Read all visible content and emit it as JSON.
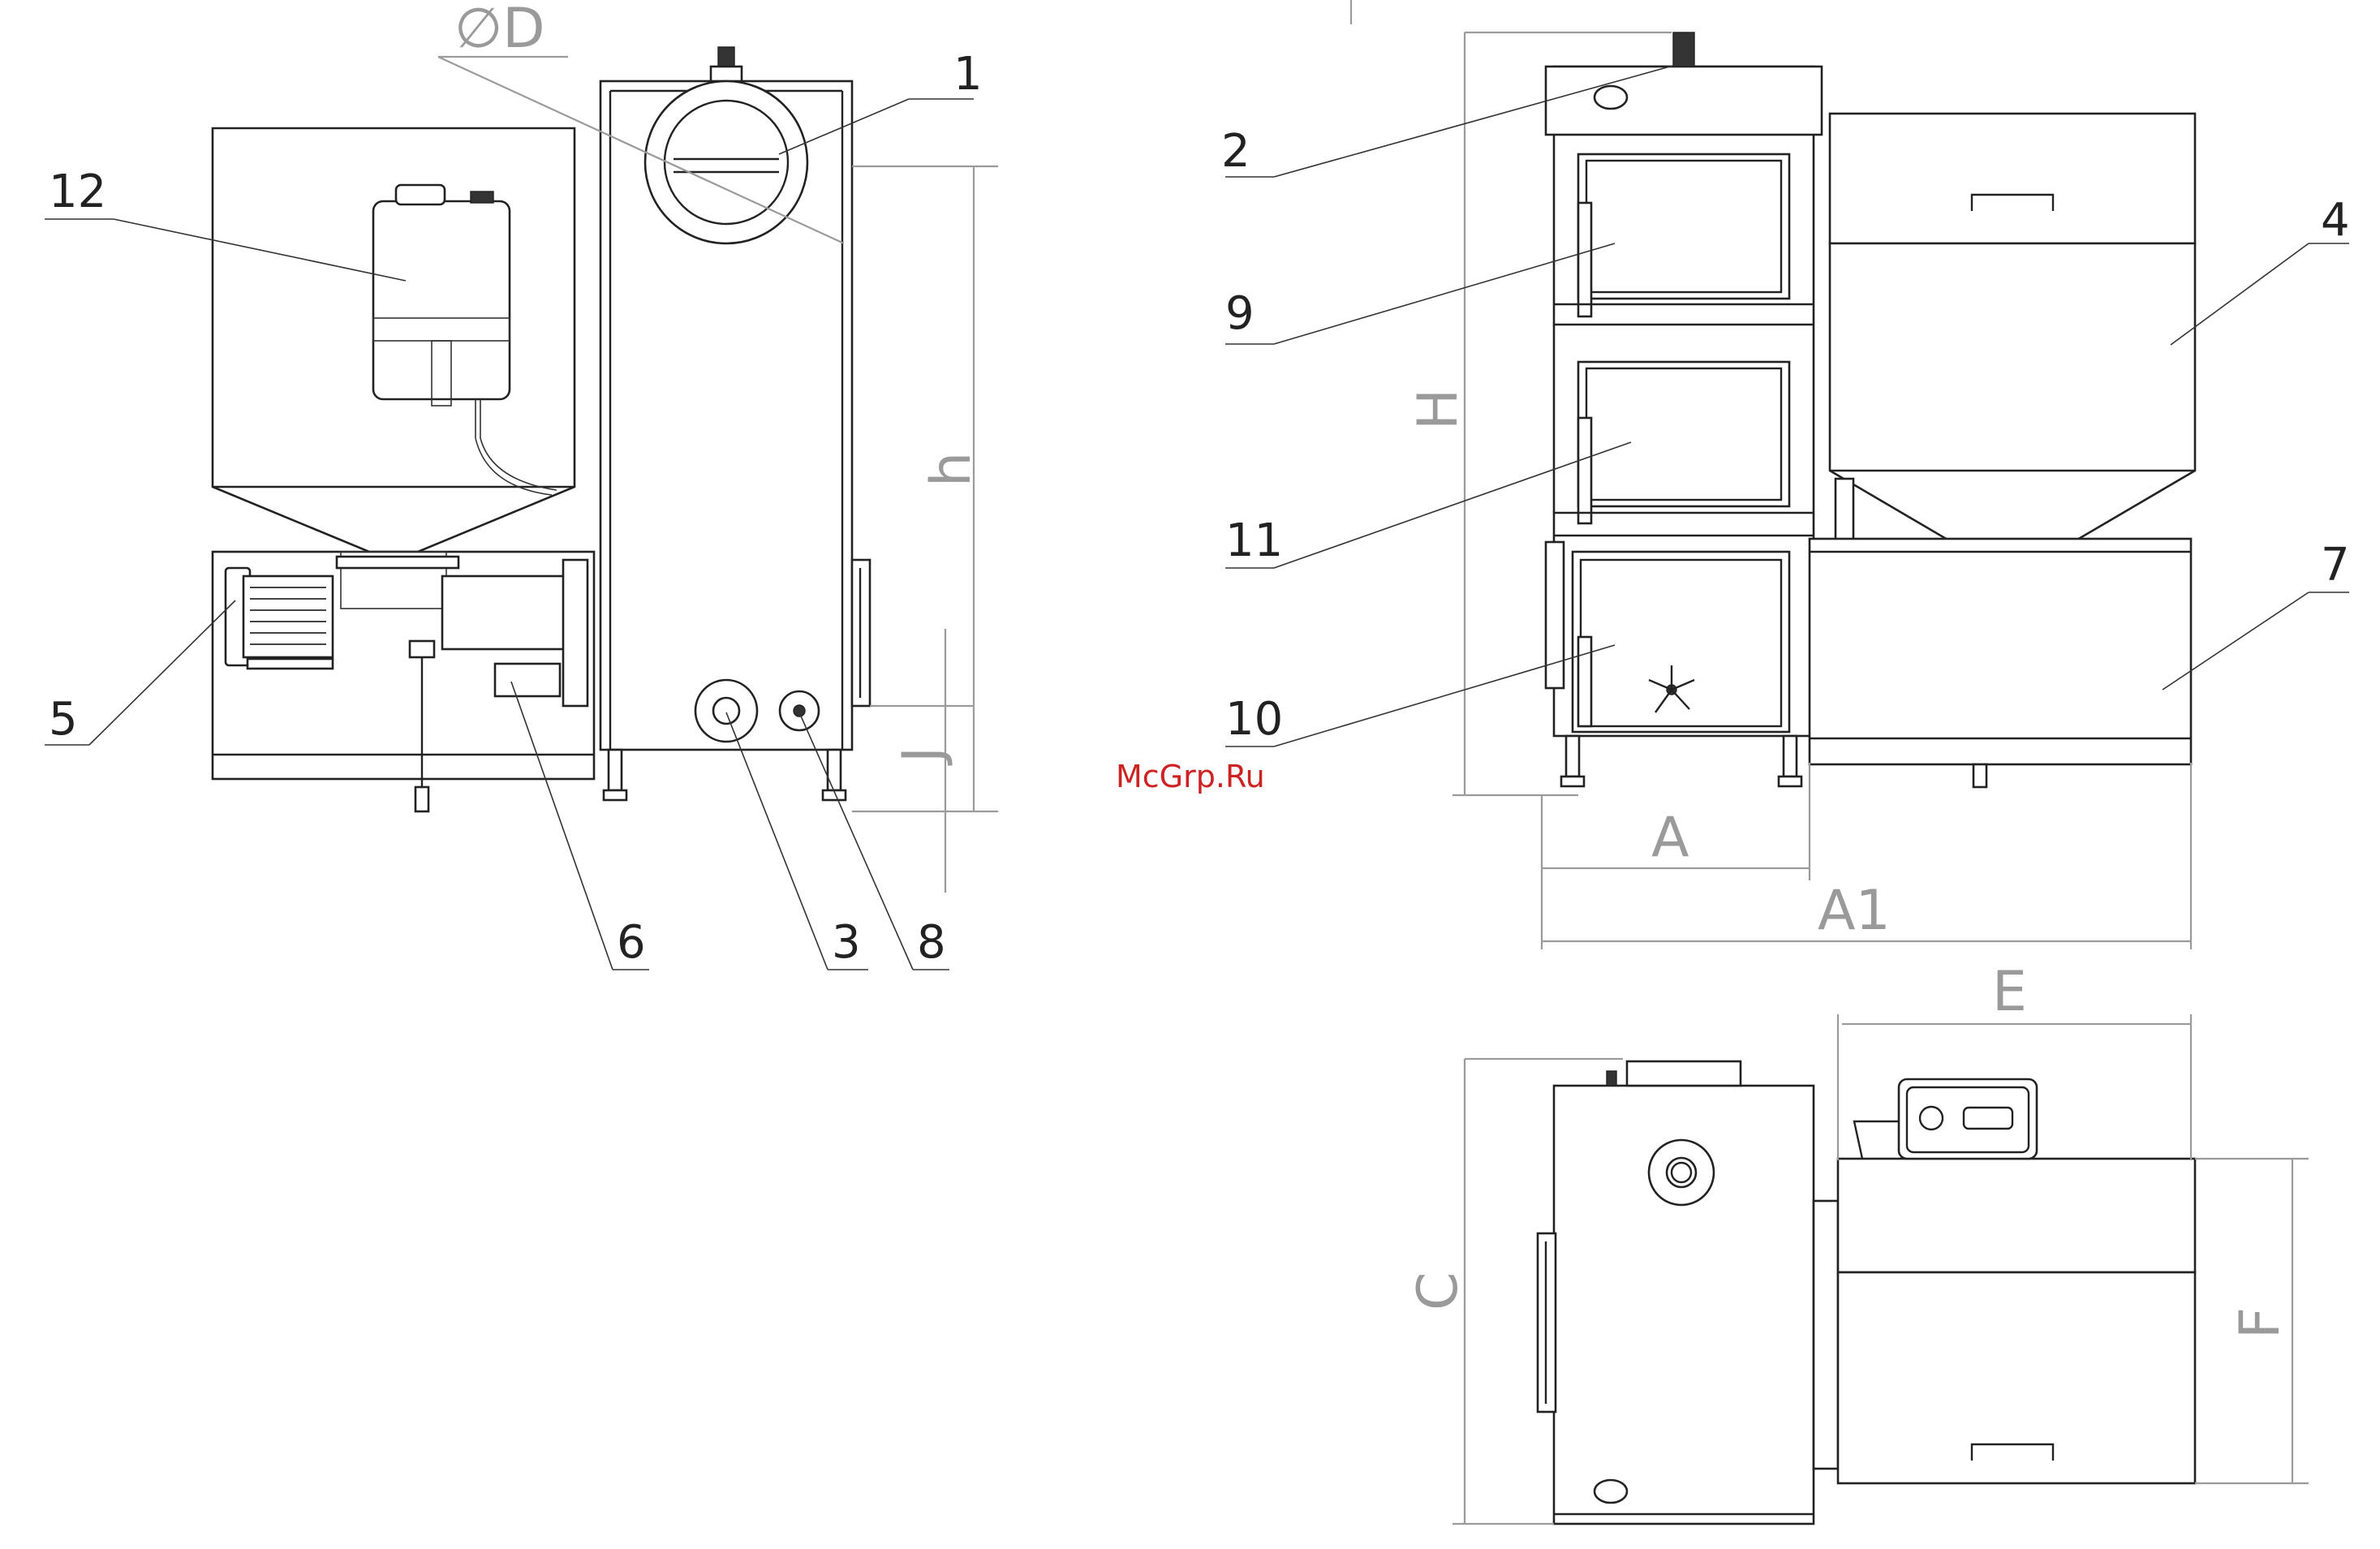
{
  "callouts": {
    "c1": "1",
    "c2": "2",
    "c3": "3",
    "c4": "4",
    "c5": "5",
    "c6": "6",
    "c7": "7",
    "c8": "8",
    "c9": "9",
    "c10": "10",
    "c11": "11",
    "c12": "12"
  },
  "dimensions": {
    "diameter": "∅D",
    "h": "h",
    "J": "J",
    "H": "H",
    "A": "A",
    "A1": "A1",
    "E": "E",
    "C": "C",
    "F": "F"
  },
  "watermark": "McGrp.Ru"
}
